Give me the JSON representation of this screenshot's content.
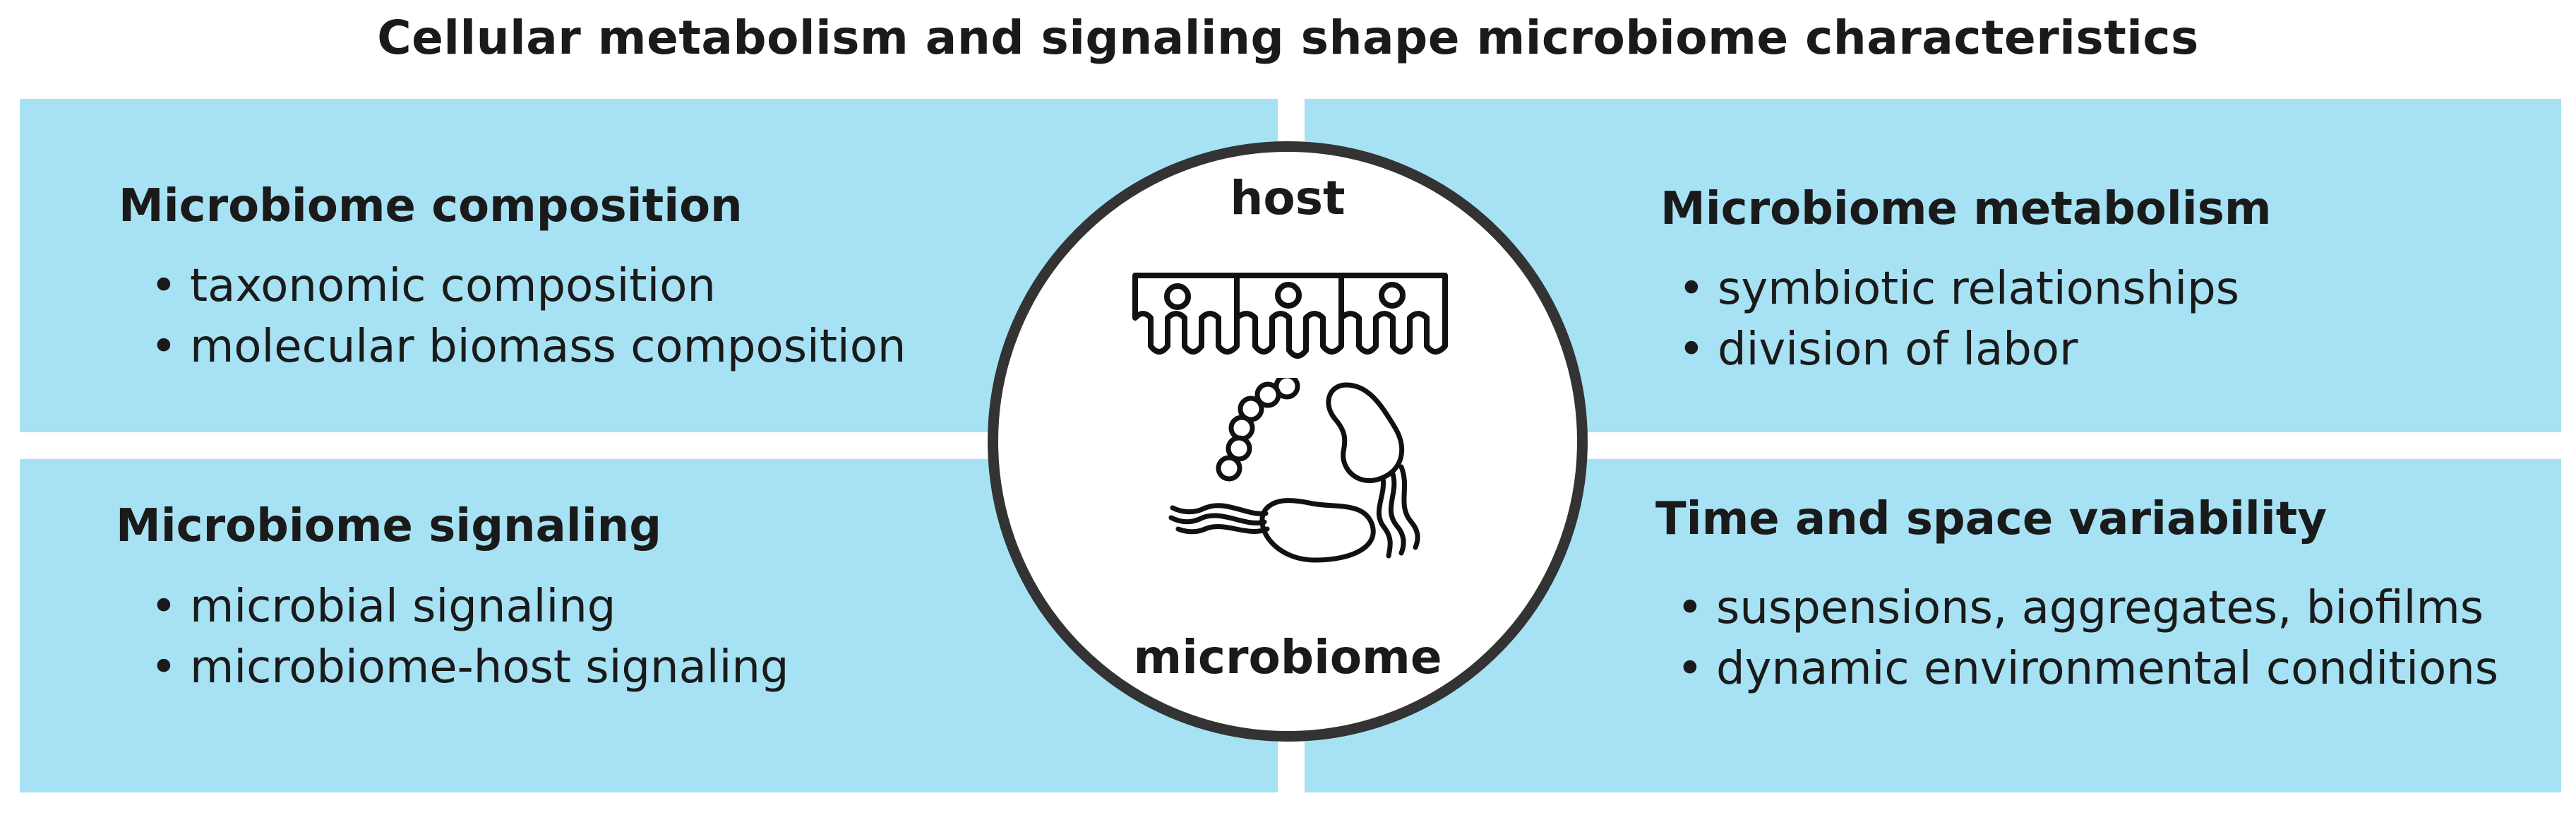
{
  "title": "Cellular metabolism and signaling shape microbiome characteristics",
  "panels": {
    "composition": {
      "heading": "Microbiome composition",
      "items": [
        "taxonomic composition",
        "molecular biomass composition"
      ]
    },
    "metabolism": {
      "heading": "Microbiome metabolism",
      "items": [
        "symbiotic relationships",
        "division of labor"
      ]
    },
    "signaling": {
      "heading": "Microbiome signaling",
      "items": [
        "microbial signaling",
        "microbiome-host signaling"
      ]
    },
    "variability": {
      "heading": "Time and space variability",
      "items": [
        "suspensions, aggregates, biofilms",
        "dynamic environmental conditions"
      ]
    }
  },
  "center": {
    "top_label": "host",
    "bottom_label": "microbiome",
    "icons": [
      "host-cells-icon",
      "bacteria-icon"
    ]
  },
  "colors": {
    "panel_fill": "#a6e2f4",
    "circle_stroke": "#333333",
    "text": "#1a1a1a",
    "background": "#ffffff"
  }
}
